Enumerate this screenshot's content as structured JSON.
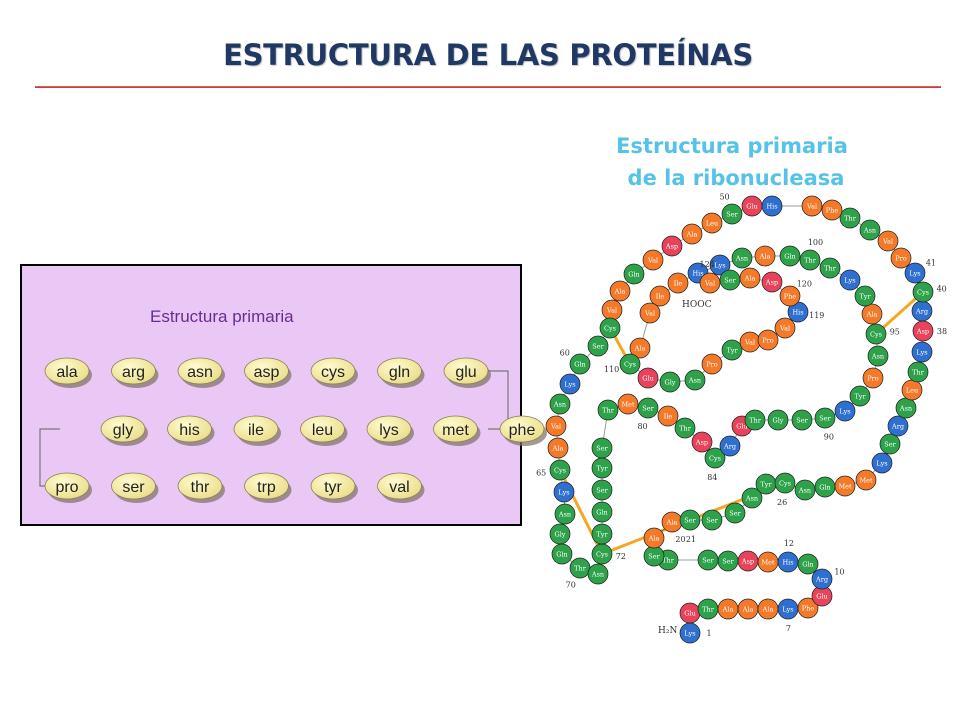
{
  "slide": {
    "title": "ESTRUCTURA DE LAS PROTEÍNAS"
  },
  "primary_panel": {
    "title": "Estructura primaria",
    "rows": [
      [
        "ala",
        "arg",
        "asn",
        "asp",
        "cys",
        "gln",
        "glu"
      ],
      [
        "gly",
        "his",
        "ile",
        "leu",
        "lys",
        "met",
        "phe"
      ],
      [
        "pro",
        "ser",
        "thr",
        "trp",
        "tyr",
        "val"
      ]
    ]
  },
  "ribonuclease": {
    "title_line1": "Estructura primaria",
    "title_line2": "de la ribonucleasa",
    "n_terminal": "H₂N",
    "c_terminal": "HOOC",
    "numbers": [
      "1",
      "7",
      "10",
      "12",
      "20",
      "21",
      "26",
      "38",
      "40",
      "41",
      "50",
      "60",
      "65",
      "70",
      "72",
      "80",
      "84",
      "90",
      "95",
      "100",
      "110",
      "119",
      "120",
      "124"
    ],
    "colors": {
      "Lys": "#2f6fd0",
      "Arg": "#2f6fd0",
      "His": "#2f6fd0",
      "Asp": "#e8435a",
      "Glu": "#e8435a",
      "Ala": "#f47a2a",
      "Val": "#f47a2a",
      "Ile": "#f47a2a",
      "Leu": "#f47a2a",
      "Met": "#f47a2a",
      "Phe": "#f47a2a",
      "Pro": "#f47a2a",
      "Trp": "#f47a2a",
      "default": "#2ea24a"
    },
    "chain": [
      "Lys",
      "Glu",
      "Thr",
      "Ala",
      "Ala",
      "Ala",
      "Lys",
      "Phe",
      "Glu",
      "Arg",
      "Gln",
      "His",
      "Met",
      "Asp",
      "Ser",
      "Ser",
      "Thr",
      "Ser",
      "Ala",
      "Ala",
      "Ser",
      "Ser",
      "Ser",
      "Asn",
      "Tyr",
      "Cys",
      "Asn",
      "Gln",
      "Met",
      "Met",
      "Lys",
      "Ser",
      "Arg",
      "Asn",
      "Leu",
      "Thr",
      "Lys",
      "Asp",
      "Arg",
      "Cys",
      "Lys",
      "Pro",
      "Val",
      "Asn",
      "Thr",
      "Phe",
      "Val",
      "His",
      "Glu",
      "Ser",
      "Leu",
      "Ala",
      "Asp",
      "Val",
      "Gln",
      "Ala",
      "Val",
      "Cys",
      "Ser",
      "Gln",
      "Lys",
      "Asn",
      "Val",
      "Ala",
      "Cys",
      "Lys",
      "Asn",
      "Gly",
      "Gln",
      "Thr",
      "Asn",
      "Cys",
      "Tyr",
      "Gln",
      "Ser",
      "Tyr",
      "Ser",
      "Thr",
      "Met",
      "Ser",
      "Ile",
      "Thr",
      "Asp",
      "Cys",
      "Arg",
      "Glu",
      "Thr",
      "Gly",
      "Ser",
      "Ser",
      "Lys",
      "Tyr",
      "Pro",
      "Asn",
      "Cys",
      "Ala",
      "Tyr",
      "Lys",
      "Thr",
      "Thr",
      "Gln",
      "Ala",
      "Asn",
      "Lys",
      "His",
      "Ile",
      "Ile",
      "Val",
      "Ala",
      "Cys",
      "Glu",
      "Gly",
      "Asn",
      "Pro",
      "Tyr",
      "Val",
      "Pro",
      "Val",
      "His",
      "Phe",
      "Asp",
      "Ala",
      "Ser",
      "Val"
    ]
  }
}
